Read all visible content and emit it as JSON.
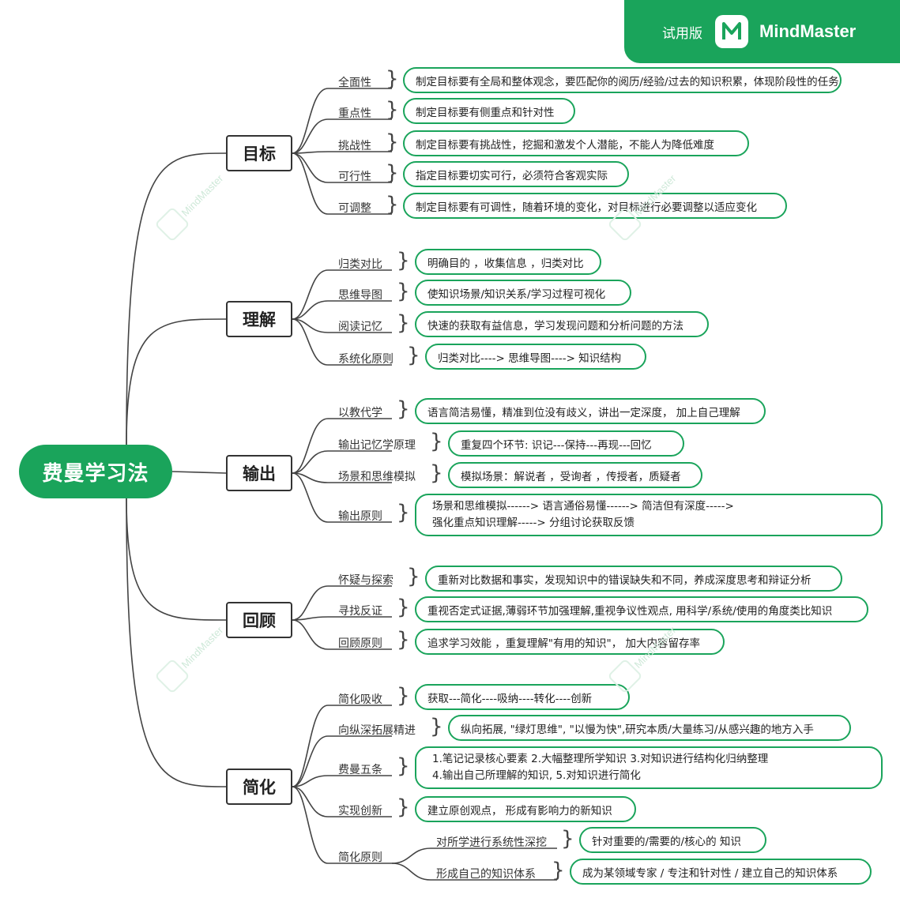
{
  "app": {
    "trial_label": "试用版",
    "brand": "MindMaster",
    "watermark": "MindMaster"
  },
  "colors": {
    "accent": "#1aa45b",
    "line": "#444444"
  },
  "root": "费曼学习法",
  "branches": [
    {
      "label": "目标",
      "items": [
        {
          "label": "全面性",
          "detail": [
            "制定目标要有全局和整体观念，要匹配你的阅历/经验/过去的知识积累，体现阶段性的任务"
          ]
        },
        {
          "label": "重点性",
          "detail": [
            "制定目标要有侧重点和针对性"
          ]
        },
        {
          "label": "挑战性",
          "detail": [
            "制定目标要有挑战性，挖掘和激发个人潜能，不能人为降低难度"
          ]
        },
        {
          "label": "可行性",
          "detail": [
            "指定目标要切实可行，必须符合客观实际"
          ]
        },
        {
          "label": "可调整",
          "detail": [
            "制定目标要有可调性，随着环境的变化，对目标进行必要调整以适应变化"
          ]
        }
      ]
    },
    {
      "label": "理解",
      "items": [
        {
          "label": "归类对比",
          "detail": [
            "明确目的 ，收集信息 ，归类对比"
          ]
        },
        {
          "label": "思维导图",
          "detail": [
            "使知识场景/知识关系/学习过程可视化"
          ]
        },
        {
          "label": "阅读记忆",
          "detail": [
            "快速的获取有益信息，学习发现问题和分析问题的方法"
          ]
        },
        {
          "label": "系统化原则",
          "detail": [
            "归类对比----> 思维导图----> 知识结构"
          ]
        }
      ]
    },
    {
      "label": "输出",
      "items": [
        {
          "label": "以教代学",
          "detail": [
            "语言简洁易懂，精准到位没有歧义，讲出一定深度， 加上自己理解"
          ]
        },
        {
          "label": "输出记忆学原理",
          "detail": [
            "重复四个环节: 识记---保持---再现---回忆"
          ]
        },
        {
          "label": "场景和思维模拟",
          "detail": [
            "模拟场景：解说者 ，受询者 ，传授者，质疑者"
          ]
        },
        {
          "label": "输出原则",
          "detail": [
            "场景和思维模拟------>       语言通俗易懂------>       简洁但有深度----->",
            "强化重点知识理解-----> 分组讨论获取反馈"
          ]
        }
      ]
    },
    {
      "label": "回顾",
      "items": [
        {
          "label": "怀疑与探索",
          "detail": [
            "重新对比数据和事实，发现知识中的错误缺失和不同，养成深度思考和辩证分析"
          ]
        },
        {
          "label": "寻找反证",
          "detail": [
            "重视否定式证据,薄弱环节加强理解,重视争议性观点, 用科学/系统/使用的角度类比知识"
          ]
        },
        {
          "label": "回顾原则",
          "detail": [
            "追求学习效能 ，重复理解\"有用的知识\"， 加大内容留存率"
          ]
        }
      ]
    },
    {
      "label": "简化",
      "items": [
        {
          "label": "简化吸收",
          "detail": [
            "获取---简化----吸纳----转化----创新"
          ]
        },
        {
          "label": "向纵深拓展精进",
          "detail": [
            "纵向拓展, \"绿灯思维\", \"以慢为快\",研究本质/大量练习/从感兴趣的地方入手"
          ]
        },
        {
          "label": "费曼五条",
          "detail": [
            "1.笔记记录核心要素         2.大幅整理所学知识       3.对知识进行结构化归纳整理",
            "4.输出自己所理解的知识,       5.对知识进行简化"
          ]
        },
        {
          "label": "实现创新",
          "detail": [
            "建立原创观点， 形成有影响力的新知识"
          ]
        },
        {
          "label": "简化原则",
          "children": [
            {
              "label": "对所学进行系统性深挖",
              "detail": [
                "针对重要的/需要的/核心的 知识"
              ]
            },
            {
              "label": "形成自己的知识体系",
              "detail": [
                "成为某领域专家 / 专注和针对性 / 建立自己的知识体系"
              ]
            }
          ]
        }
      ]
    }
  ]
}
